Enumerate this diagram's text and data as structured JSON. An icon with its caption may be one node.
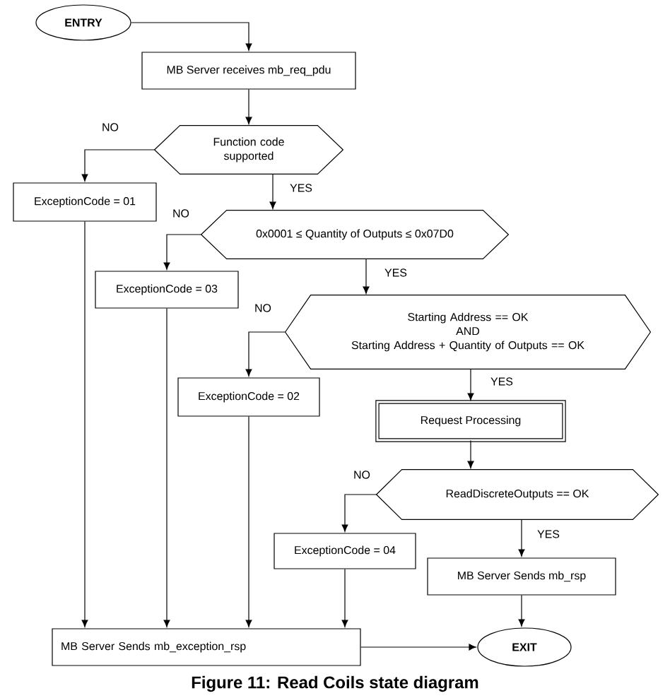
{
  "diagram": {
    "caption": "Figure 11: Read Coils state diagram",
    "nodes": [
      {
        "text": [
          "ENTRY"
        ]
      },
      {
        "text": [
          "MB Server receives mb_req_pdu"
        ]
      },
      {
        "text": [
          "Function code supported"
        ]
      },
      {
        "text": [
          "ExceptionCode = 01"
        ]
      },
      {
        "text": [
          "0x0001 ≤ Quantity of Outputs ≤ 0x07D0"
        ]
      },
      {
        "text": [
          "ExceptionCode = 03"
        ]
      },
      {
        "text": [
          "Starting Address == OK",
          "AND",
          "Starting Address + Quantity of Outputs == OK"
        ]
      },
      {
        "text": [
          "ExceptionCode = 02"
        ]
      },
      {
        "text": [
          "Request Processing"
        ]
      },
      {
        "text": [
          "ReadDiscreteOutputs == OK"
        ]
      },
      {
        "text": [
          "ExceptionCode = 04"
        ]
      },
      {
        "text": [
          "MB Server Sends mb_rsp"
        ]
      },
      {
        "text": [
          "MB Server Sends mb_exception_rsp"
        ]
      },
      {
        "text": [
          "EXIT"
        ]
      }
    ],
    "edges": [
      {
        "from": 0,
        "to": 1,
        "arrow": "to"
      },
      {
        "from": 1,
        "to": 2,
        "arrow": "to"
      },
      {
        "from": 2,
        "to": 3,
        "arrow": "to",
        "label": "NO"
      },
      {
        "from": 2,
        "to": 4,
        "arrow": "to",
        "label": "YES"
      },
      {
        "from": 4,
        "to": 5,
        "arrow": "to",
        "label": "NO"
      },
      {
        "from": 4,
        "to": 6,
        "arrow": "to",
        "label": "YES"
      },
      {
        "from": 6,
        "to": 7,
        "arrow": "to",
        "label": "NO"
      },
      {
        "from": 6,
        "to": 8,
        "arrow": "to",
        "label": "YES"
      },
      {
        "from": 8,
        "to": 9,
        "arrow": "to"
      },
      {
        "from": 9,
        "to": 10,
        "arrow": "to",
        "label": "NO"
      },
      {
        "from": 9,
        "to": 11,
        "arrow": "to",
        "label": "YES"
      },
      {
        "from": 11,
        "to": 13,
        "arrow": "to"
      },
      {
        "from": 3,
        "to": 12,
        "arrow": "to"
      },
      {
        "from": 5,
        "to": 12,
        "arrow": "to"
      },
      {
        "from": 7,
        "to": 12,
        "arrow": "to"
      },
      {
        "from": 10,
        "to": 12,
        "arrow": "to"
      },
      {
        "from": 12,
        "to": 13,
        "arrow": "to"
      }
    ]
  }
}
